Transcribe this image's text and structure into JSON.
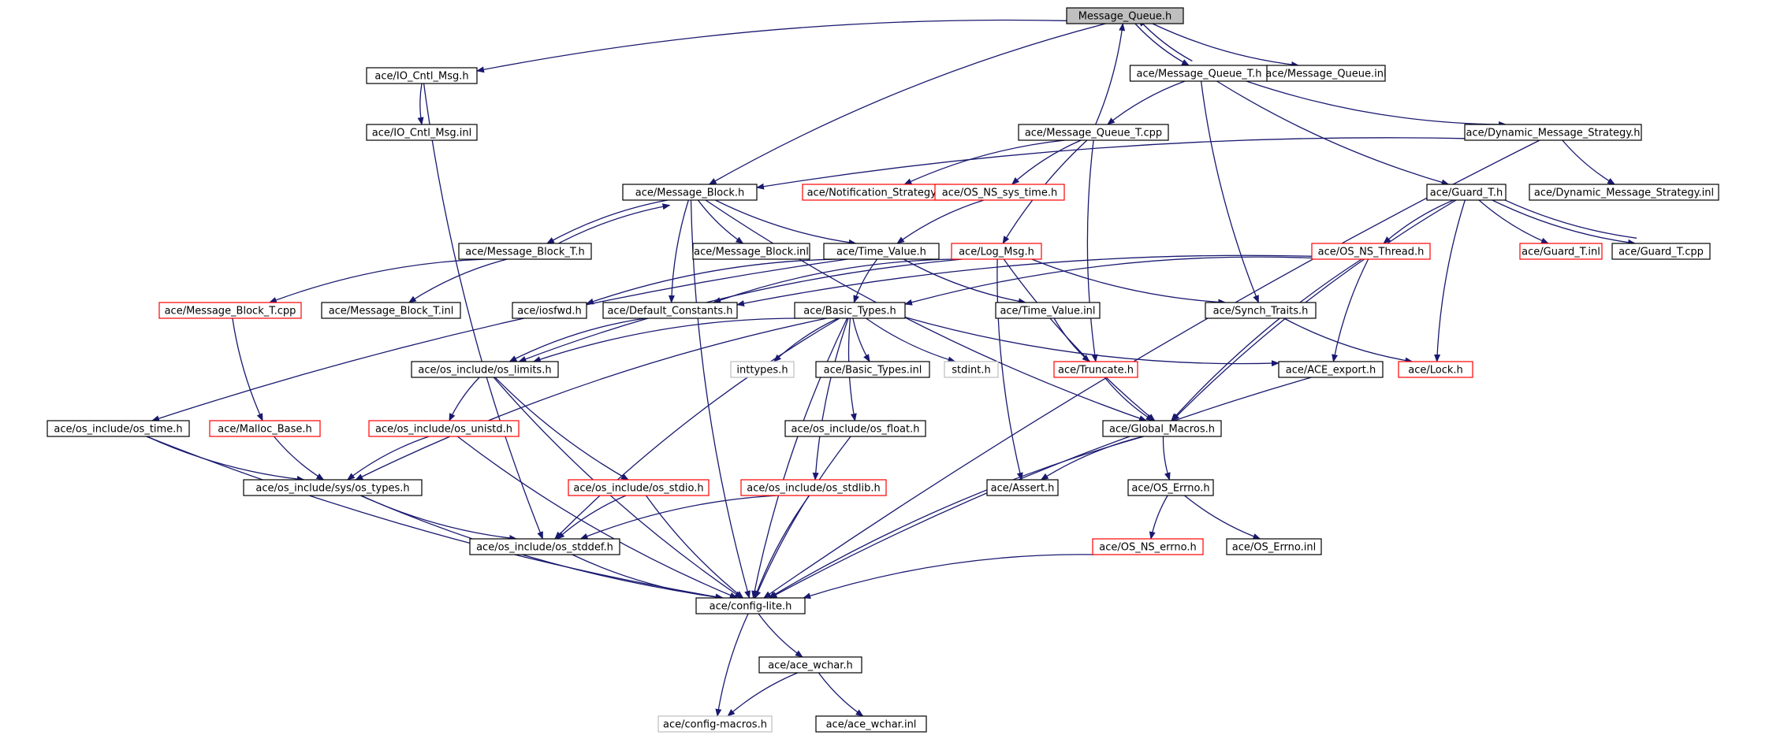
{
  "colors": {
    "edge": "#191970",
    "box_normal": "#000000",
    "box_truncated": "#ff0000",
    "box_external": "#bfbfbf",
    "root_fill": "#bfbfbf"
  },
  "nodes": [
    {
      "id": "mq_h",
      "label": "Message_Queue.h",
      "style": "root"
    },
    {
      "id": "ioctl_h",
      "label": "ace/IO_Cntl_Msg.h",
      "style": "normal"
    },
    {
      "id": "mqt_h",
      "label": "ace/Message_Queue_T.h",
      "style": "normal"
    },
    {
      "id": "mq_inl",
      "label": "ace/Message_Queue.inl",
      "style": "normal"
    },
    {
      "id": "ioctl_inl",
      "label": "ace/IO_Cntl_Msg.inl",
      "style": "normal"
    },
    {
      "id": "mqt_cpp",
      "label": "ace/Message_Queue_T.cpp",
      "style": "normal"
    },
    {
      "id": "dms_h",
      "label": "ace/Dynamic_Message_Strategy.h",
      "style": "normal"
    },
    {
      "id": "mb_h",
      "label": "ace/Message_Block.h",
      "style": "normal"
    },
    {
      "id": "notif_h",
      "label": "ace/Notification_Strategy.h",
      "style": "truncated"
    },
    {
      "id": "nssystime_h",
      "label": "ace/OS_NS_sys_time.h",
      "style": "truncated"
    },
    {
      "id": "guardt_h",
      "label": "ace/Guard_T.h",
      "style": "normal"
    },
    {
      "id": "dms_inl",
      "label": "ace/Dynamic_Message_Strategy.inl",
      "style": "normal"
    },
    {
      "id": "mbt_h",
      "label": "ace/Message_Block_T.h",
      "style": "normal"
    },
    {
      "id": "mb_inl",
      "label": "ace/Message_Block.inl",
      "style": "normal"
    },
    {
      "id": "tv_h",
      "label": "ace/Time_Value.h",
      "style": "normal"
    },
    {
      "id": "logmsg_h",
      "label": "ace/Log_Msg.h",
      "style": "truncated"
    },
    {
      "id": "nsthread_h",
      "label": "ace/OS_NS_Thread.h",
      "style": "truncated"
    },
    {
      "id": "guardt_inl",
      "label": "ace/Guard_T.inl",
      "style": "truncated"
    },
    {
      "id": "guardt_cpp",
      "label": "ace/Guard_T.cpp",
      "style": "normal"
    },
    {
      "id": "mbt_cpp",
      "label": "ace/Message_Block_T.cpp",
      "style": "truncated"
    },
    {
      "id": "mbt_inl",
      "label": "ace/Message_Block_T.inl",
      "style": "normal"
    },
    {
      "id": "iosfwd_h",
      "label": "ace/iosfwd.h",
      "style": "normal"
    },
    {
      "id": "defconst_h",
      "label": "ace/Default_Constants.h",
      "style": "normal"
    },
    {
      "id": "basictypes_h",
      "label": "ace/Basic_Types.h",
      "style": "normal"
    },
    {
      "id": "tv_inl",
      "label": "ace/Time_Value.inl",
      "style": "normal"
    },
    {
      "id": "synch_h",
      "label": "ace/Synch_Traits.h",
      "style": "normal"
    },
    {
      "id": "oslimits_h",
      "label": "ace/os_include/os_limits.h",
      "style": "normal"
    },
    {
      "id": "inttypes_h",
      "label": "inttypes.h",
      "style": "external"
    },
    {
      "id": "bt_inl",
      "label": "ace/Basic_Types.inl",
      "style": "normal"
    },
    {
      "id": "stdint_h",
      "label": "stdint.h",
      "style": "external"
    },
    {
      "id": "truncate_h",
      "label": "ace/Truncate.h",
      "style": "truncated"
    },
    {
      "id": "aceexport_h",
      "label": "ace/ACE_export.h",
      "style": "normal"
    },
    {
      "id": "lock_h",
      "label": "ace/Lock.h",
      "style": "truncated"
    },
    {
      "id": "ostime_h",
      "label": "ace/os_include/os_time.h",
      "style": "normal"
    },
    {
      "id": "mallocbase_h",
      "label": "ace/Malloc_Base.h",
      "style": "truncated"
    },
    {
      "id": "osunistd_h",
      "label": "ace/os_include/os_unistd.h",
      "style": "truncated"
    },
    {
      "id": "osfloat_h",
      "label": "ace/os_include/os_float.h",
      "style": "normal"
    },
    {
      "id": "globalmacros_h",
      "label": "ace/Global_Macros.h",
      "style": "normal"
    },
    {
      "id": "systypes_h",
      "label": "ace/os_include/sys/os_types.h",
      "style": "normal"
    },
    {
      "id": "osstdio_h",
      "label": "ace/os_include/os_stdio.h",
      "style": "truncated"
    },
    {
      "id": "osstdlib_h",
      "label": "ace/os_include/os_stdlib.h",
      "style": "truncated"
    },
    {
      "id": "assert_h",
      "label": "ace/Assert.h",
      "style": "normal"
    },
    {
      "id": "oserrno_h",
      "label": "ace/OS_Errno.h",
      "style": "normal"
    },
    {
      "id": "osstddef_h",
      "label": "ace/os_include/os_stddef.h",
      "style": "normal"
    },
    {
      "id": "nserrno_h",
      "label": "ace/OS_NS_errno.h",
      "style": "truncated"
    },
    {
      "id": "oserrno_inl",
      "label": "ace/OS_Errno.inl",
      "style": "normal"
    },
    {
      "id": "configlite_h",
      "label": "ace/config-lite.h",
      "style": "normal"
    },
    {
      "id": "acewchar_h",
      "label": "ace/ace_wchar.h",
      "style": "normal"
    },
    {
      "id": "configmacros_h",
      "label": "ace/config-macros.h",
      "style": "external"
    },
    {
      "id": "acewchar_inl",
      "label": "ace/ace_wchar.inl",
      "style": "normal"
    }
  ],
  "edges": [
    [
      "mq_h",
      "ioctl_h"
    ],
    [
      "mq_h",
      "mqt_h"
    ],
    [
      "mq_h",
      "mq_inl"
    ],
    [
      "mq_h",
      "mb_h"
    ],
    [
      "ioctl_h",
      "ioctl_inl"
    ],
    [
      "ioctl_h",
      "osstddef_h"
    ],
    [
      "mqt_h",
      "mq_h"
    ],
    [
      "mqt_h",
      "mqt_cpp"
    ],
    [
      "mqt_h",
      "dms_h"
    ],
    [
      "mqt_h",
      "guardt_h"
    ],
    [
      "mqt_h",
      "synch_h"
    ],
    [
      "mqt_cpp",
      "mq_h"
    ],
    [
      "mqt_cpp",
      "notif_h"
    ],
    [
      "mqt_cpp",
      "nssystime_h"
    ],
    [
      "mqt_cpp",
      "logmsg_h"
    ],
    [
      "mqt_cpp",
      "truncate_h"
    ],
    [
      "dms_h",
      "mb_h"
    ],
    [
      "dms_h",
      "dms_inl"
    ],
    [
      "dms_h",
      "configlite_h"
    ],
    [
      "mb_h",
      "mbt_h"
    ],
    [
      "mb_h",
      "mb_inl"
    ],
    [
      "mb_h",
      "tv_h"
    ],
    [
      "mb_h",
      "defconst_h"
    ],
    [
      "mb_h",
      "globalmacros_h"
    ],
    [
      "mb_h",
      "configlite_h"
    ],
    [
      "mbt_h",
      "mb_h"
    ],
    [
      "mbt_h",
      "mbt_cpp"
    ],
    [
      "mbt_h",
      "mbt_inl"
    ],
    [
      "mbt_cpp",
      "mallocbase_h"
    ],
    [
      "nssystime_h",
      "tv_h"
    ],
    [
      "tv_h",
      "iosfwd_h"
    ],
    [
      "tv_h",
      "basictypes_h"
    ],
    [
      "tv_h",
      "tv_inl"
    ],
    [
      "tv_h",
      "ostime_h"
    ],
    [
      "logmsg_h",
      "defconst_h"
    ],
    [
      "logmsg_h",
      "synch_h"
    ],
    [
      "logmsg_h",
      "globalmacros_h"
    ],
    [
      "logmsg_h",
      "assert_h"
    ],
    [
      "logmsg_h",
      "oslimits_h"
    ],
    [
      "guardt_h",
      "nsthread_h"
    ],
    [
      "guardt_h",
      "guardt_inl"
    ],
    [
      "guardt_h",
      "guardt_cpp"
    ],
    [
      "guardt_h",
      "lock_h"
    ],
    [
      "guardt_h",
      "globalmacros_h"
    ],
    [
      "guardt_cpp",
      "guardt_h"
    ],
    [
      "nsthread_h",
      "basictypes_h"
    ],
    [
      "nsthread_h",
      "defconst_h"
    ],
    [
      "nsthread_h",
      "aceexport_h"
    ],
    [
      "nsthread_h",
      "globalmacros_h"
    ],
    [
      "defconst_h",
      "oslimits_h"
    ],
    [
      "basictypes_h",
      "oslimits_h"
    ],
    [
      "basictypes_h",
      "inttypes_h"
    ],
    [
      "basictypes_h",
      "bt_inl"
    ],
    [
      "basictypes_h",
      "stdint_h"
    ],
    [
      "basictypes_h",
      "aceexport_h"
    ],
    [
      "basictypes_h",
      "osfloat_h"
    ],
    [
      "basictypes_h",
      "osstdlib_h"
    ],
    [
      "basictypes_h",
      "configlite_h"
    ],
    [
      "basictypes_h",
      "systypes_h"
    ],
    [
      "basictypes_h",
      "osstddef_h"
    ],
    [
      "tv_inl",
      "truncate_h"
    ],
    [
      "synch_h",
      "lock_h"
    ],
    [
      "truncate_h",
      "globalmacros_h"
    ],
    [
      "oslimits_h",
      "osunistd_h"
    ],
    [
      "oslimits_h",
      "osstdio_h"
    ],
    [
      "oslimits_h",
      "configlite_h"
    ],
    [
      "aceexport_h",
      "configlite_h"
    ],
    [
      "ostime_h",
      "systypes_h"
    ],
    [
      "ostime_h",
      "configlite_h"
    ],
    [
      "mallocbase_h",
      "systypes_h"
    ],
    [
      "osunistd_h",
      "systypes_h"
    ],
    [
      "osunistd_h",
      "configlite_h"
    ],
    [
      "osfloat_h",
      "configlite_h"
    ],
    [
      "globalmacros_h",
      "assert_h"
    ],
    [
      "globalmacros_h",
      "oserrno_h"
    ],
    [
      "globalmacros_h",
      "configlite_h"
    ],
    [
      "systypes_h",
      "osstddef_h"
    ],
    [
      "systypes_h",
      "configlite_h"
    ],
    [
      "osstdio_h",
      "osstddef_h"
    ],
    [
      "osstdio_h",
      "configlite_h"
    ],
    [
      "osstdlib_h",
      "osstddef_h"
    ],
    [
      "osstdlib_h",
      "configlite_h"
    ],
    [
      "oserrno_h",
      "nserrno_h"
    ],
    [
      "oserrno_h",
      "oserrno_inl"
    ],
    [
      "nserrno_h",
      "configlite_h"
    ],
    [
      "osstddef_h",
      "configlite_h"
    ],
    [
      "configlite_h",
      "acewchar_h"
    ],
    [
      "configlite_h",
      "configmacros_h"
    ],
    [
      "acewchar_h",
      "configmacros_h"
    ],
    [
      "acewchar_h",
      "acewchar_inl"
    ]
  ]
}
